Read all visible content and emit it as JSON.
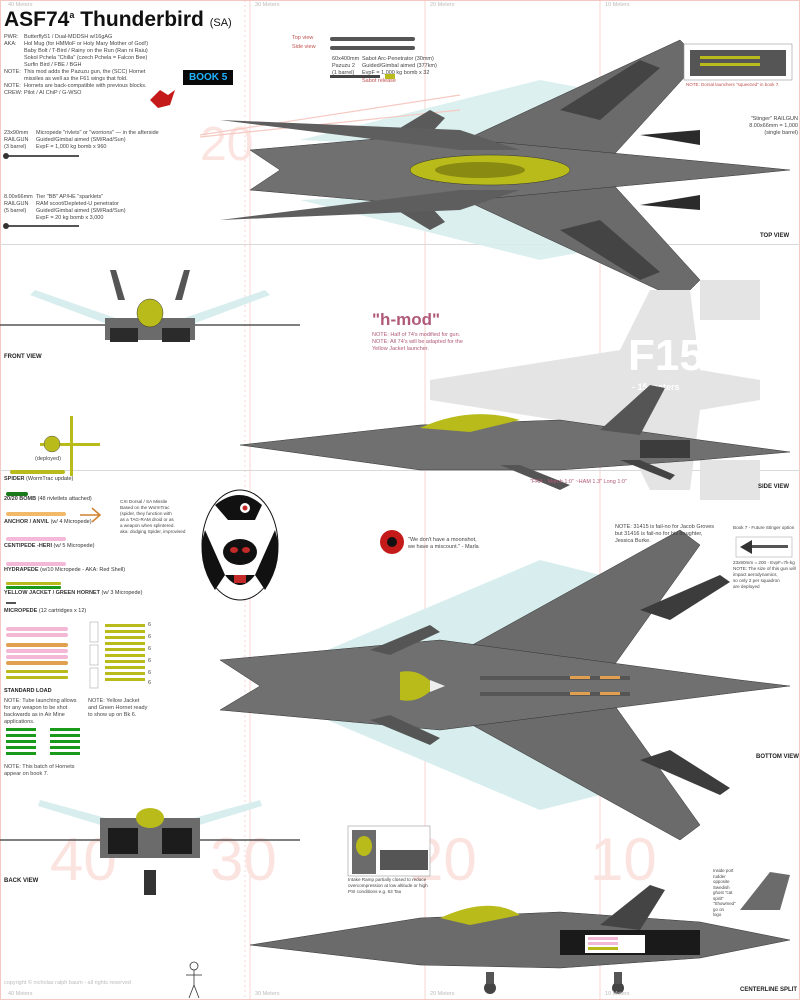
{
  "header": {
    "title": "ASF74",
    "title_sup": "a",
    "title_rest": " Thunderbird",
    "title_tag": "(SA)",
    "specs": [
      {
        "k": "PWR:",
        "v": "Butterfly51 / Dual-MDDSH w/16gAG"
      },
      {
        "k": "AKA:",
        "v": "Hol Mug (for HMMoF or Holy Mary Mother of God!)"
      },
      {
        "k": "",
        "v": "Baby Bolt / T-Bird / Rainy on the Run (Ran ni Raiu)"
      },
      {
        "k": "",
        "v": "Sokol Pchela \"Chilla\" (czech Pchela = Falcon Bee)"
      },
      {
        "k": "",
        "v": "Surfin Bird / FBE / BGH"
      },
      {
        "k": "NOTE:",
        "v": "This mod adds the Pazuzu gun, the (SCC) Hornet"
      },
      {
        "k": "",
        "v": "missiles as well as the F61 wings that fold."
      },
      {
        "k": "NOTE:",
        "v": "Hornets are back-compatible with previous blocks."
      },
      {
        "k": "CREW:",
        "v": "Pilot / AI ChiP / G-WSO"
      }
    ],
    "book_badge": "BOOK 5"
  },
  "ruler_marks": [
    "40 Meters",
    "30 Meters",
    "20 Meters",
    "10 Meters"
  ],
  "ruler_bottom": [
    "40 Meters",
    "30 Meters",
    "20 Meters",
    "10 Meters"
  ],
  "big_marks": [
    "40",
    "30",
    "20",
    "10"
  ],
  "top_notes": {
    "top_view": "Top view",
    "side_view": "Side view",
    "gun_spec": [
      "60x400mm",
      "Pazuzu 2",
      "(1 barrel)"
    ],
    "gun_desc": [
      "Sabot Arc-Penetrator (30mm)",
      "Guided/Gimbal aimed (377km)",
      "EvpF = 1,000 kg bomb x 32"
    ],
    "gun_sub": "Sabot release",
    "inset_note": "NOTE: Dorsal launchers \"squeezed\" in book 7."
  },
  "railgun_notes": [
    {
      "spec": [
        "23x90mm",
        "RAILGUN",
        "(3 barrel)"
      ],
      "desc": [
        "Micropede \"rivlets\" or \"worrions\" — in the afterside",
        "Guided/Gimbal aimed (SM/Rad/Sun)",
        "EvpF = 1,000 kg bomb x 960"
      ]
    },
    {
      "spec": [
        "8.00x66mm",
        "RAILGUN",
        "(5 barrel)"
      ],
      "desc": [
        "Tier \"BB\" AP/HE \"sparklets\"",
        "RAM scoot/Depleted-U penetrator",
        "Guided/Gimbal aimed (SM/Rad/Sun)",
        "EvpF = 20 kg bomb x 3,000"
      ]
    }
  ],
  "stinger_note": [
    "\"Stinger\" RAILGUN",
    "8.00x66mm = 1,000",
    "(single barrel)"
  ],
  "view_labels": {
    "top": "TOP VIEW",
    "front": "FRONT VIEW",
    "side": "SIDE VIEW",
    "bottom": "BOTTOM VIEW",
    "back": "BACK VIEW",
    "centerline": "CENTERLINE SPLIT"
  },
  "hmod": {
    "title": "\"h-mod\"",
    "notes": [
      "NOTE: Half of 74's modified for gun.",
      "NOTE: All 74's will be adapted for the",
      "Yellow Jacket launcher."
    ]
  },
  "f15": {
    "title": "F15",
    "sub": "- 15 meters"
  },
  "side_note": "\"FRA - March 1:0\" ~HAM 1.3\" Long 1:0\"",
  "weapons": [
    {
      "name": "SPIDER",
      "note": "(WormTrac update)",
      "deployed": "(deployed)"
    },
    {
      "name": "20/20 BOMB",
      "note": "(48 rivletlets attached)"
    },
    {
      "name": "ANCHOR / ANVIL",
      "note": "(w/ 4 Micropede)"
    },
    {
      "name": "CENTIPEDE -HERI",
      "note": "(w/ 5 Micropede)"
    },
    {
      "name": "HYDRAPEDE",
      "note": "(w/10 Micropede - AKA: Red Shell)"
    },
    {
      "name": "YELLOW JACKET / GREEN HORNET",
      "note": "(w/ 3 Micropede)"
    },
    {
      "name": "MICROPEDE",
      "note": "(12 cartridges x 12)"
    },
    {
      "name": "STANDARD LOAD",
      "note": ""
    }
  ],
  "anchor_note": [
    "CXI Dorsal / SA Missile",
    "Based on the WormTrac",
    "(spider, they function with",
    "as a TAG-RAM droid or as",
    "a weapon when splintered.",
    "aka: dodging Spider, improvised"
  ],
  "load_notes": [
    "NOTE: Tube launching allows for any weapon to be shot backwards as in Air Mine applications.",
    "NOTE: Yellow Jacket and Green Hornet ready to show up on Bk 6.",
    "NOTE: This batch of Hornets appear on book 7."
  ],
  "load_counts": [
    "6",
    "6",
    "6",
    "6",
    "6",
    "6"
  ],
  "quote": [
    "\"We don't have a moonshot,",
    "we have a miscount.\" - Marla"
  ],
  "bottom_notes": [
    "NOTE: 31415 is fail-no for Jacob Groves",
    "but 31416 is fail-no for his daughter,",
    "Jessica Burke."
  ],
  "book7_note": [
    "Book 7 - Future Stinger option",
    "23x90mm = 200 - EvpF=7k-kg",
    "NOTE: The size of this gun will",
    "impact aerodynamics,",
    "so only 2 per squadron",
    "are deployed"
  ],
  "intake_note": [
    "Intake Ramp partially closed to reduce",
    "overcompression at low altitude or high",
    "PSI conditions e.g. 63 Tau"
  ],
  "rudder_note": [
    "Inside port rudder",
    "opposite Swedish",
    "ghost \"cat spirit\"",
    "\"Showmed\"",
    "go on",
    "logo"
  ],
  "copyright": "copyright © nicholas ralph baum - all rights reserved",
  "colors": {
    "gray_dark": "#3c3c3c",
    "gray_mid": "#6b6b6b",
    "gray_light": "#9a9a9a",
    "yellow": "#b8bb1a",
    "cyan_ghost": "#d8eeee",
    "salmon": "#f6c9c2",
    "pink_text": "#b05a7a",
    "badge_bg": "#0a0a0a",
    "badge_text": "#1fb3ff"
  }
}
